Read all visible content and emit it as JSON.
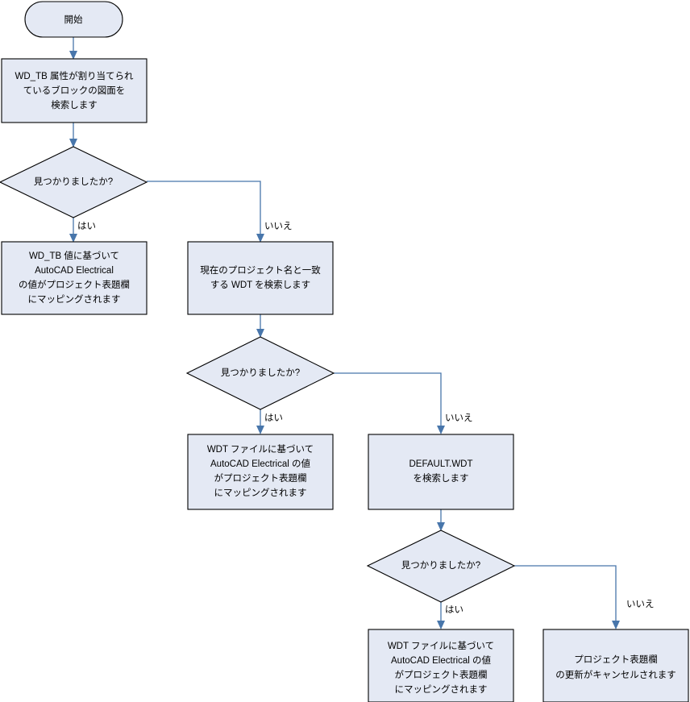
{
  "diagram": {
    "title_visible": false,
    "colors": {
      "node_fill": "#e4e9f4",
      "node_stroke": "#000000",
      "edge_stroke": "#4876ab",
      "text": "#000000",
      "background": "#ffffff"
    },
    "nodes": [
      {
        "id": "start",
        "shape": "terminator",
        "lines": [
          "開始"
        ]
      },
      {
        "id": "search-wdtb-blocks",
        "shape": "process",
        "lines": [
          "WD_TB 属性が割り当てられ",
          "ているブロックの図面を",
          "検索します"
        ]
      },
      {
        "id": "decision-1",
        "shape": "decision",
        "lines": [
          "見つかりましたか?"
        ]
      },
      {
        "id": "map-from-wdtb",
        "shape": "process",
        "lines": [
          "WD_TB 値に基づいて",
          "AutoCAD Electrical",
          "の値がプロジェクト表題欄",
          "にマッピングされます"
        ]
      },
      {
        "id": "search-matching-wdt",
        "shape": "process",
        "lines": [
          "現在のプロジェクト名と一致",
          "する WDT を検索します"
        ]
      },
      {
        "id": "decision-2",
        "shape": "decision",
        "lines": [
          "見つかりましたか?"
        ]
      },
      {
        "id": "map-from-wdt-file",
        "shape": "process",
        "lines": [
          "WDT ファイルに基づいて",
          "AutoCAD Electrical の値",
          "がプロジェクト表題欄",
          "にマッピングされます"
        ]
      },
      {
        "id": "search-default-wdt",
        "shape": "process",
        "lines": [
          "DEFAULT.WDT",
          "を検索します"
        ]
      },
      {
        "id": "decision-3",
        "shape": "decision",
        "lines": [
          "見つかりましたか?"
        ]
      },
      {
        "id": "map-from-default-wdt",
        "shape": "process",
        "lines": [
          "WDT ファイルに基づいて",
          "AutoCAD Electrical の値",
          "がプロジェクト表題欄",
          "にマッピングされます"
        ]
      },
      {
        "id": "cancel-update",
        "shape": "process",
        "lines": [
          "プロジェクト表題欄",
          "の更新がキャンセルされます"
        ]
      }
    ],
    "edge_labels": {
      "yes_1": "はい",
      "no_1": "いいえ",
      "yes_2": "はい",
      "no_2": "いいえ",
      "yes_3": "はい",
      "no_3": "いいえ"
    }
  }
}
